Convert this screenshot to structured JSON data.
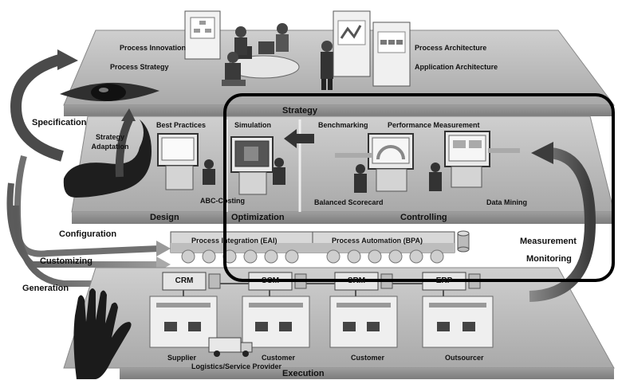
{
  "levels": {
    "strategy": {
      "band_label": "Strategy",
      "items": [
        "Process Innovation",
        "Process Strategy",
        "Process Architecture",
        "Application Architecture"
      ]
    },
    "middle": {
      "best_practices": "Best Practices",
      "simulation": "Simulation",
      "benchmarking": "Benchmarking",
      "performance_measurement": "Performance Measurement",
      "abc_costing": "ABC-Costing",
      "balanced_scorecard": "Balanced Scorecard",
      "data_mining": "Data Mining",
      "strategy_adaptation_line1": "Strategy",
      "strategy_adaptation_line2": "Adaptation",
      "design_label": "Design",
      "optimization_label": "Optimization",
      "controlling_label": "Controlling"
    },
    "integration": {
      "eai": "Process Integration (EAI)",
      "bpa": "Process Automation (BPA)"
    },
    "execution": {
      "band_label": "Execution",
      "systems": [
        "CRM",
        "SCM",
        "SRM",
        "ERP"
      ],
      "parties": [
        "Supplier",
        "Customer",
        "Customer",
        "Outsourcer"
      ],
      "logistics": "Logistics/Service Provider"
    }
  },
  "left_arrows": {
    "specification": "Specification",
    "configuration": "Configuration",
    "customizing": "Customizing",
    "generation": "Generation"
  },
  "right_loop": {
    "line1": "Measurement",
    "line2": "Monitoring"
  },
  "colors": {
    "plate_top": "#b8b8b8",
    "plate_side": "#7a7a7a",
    "band": "#8c8c8c",
    "arrow_dark": "#4a4a4a",
    "highlight_frame": "#000000"
  }
}
